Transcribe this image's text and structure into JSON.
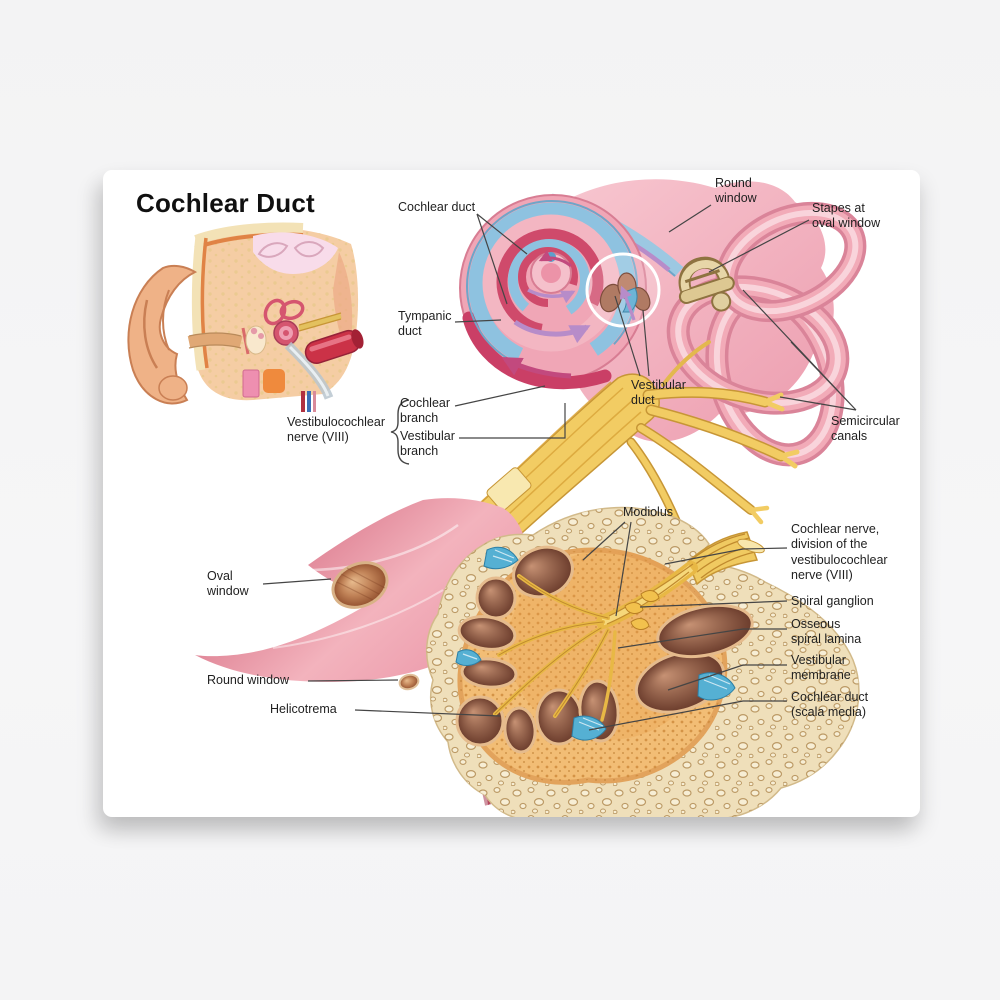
{
  "poster": {
    "title": "Cochlear Duct"
  },
  "top_diagram": {
    "labels": {
      "cochlear_duct": "Cochlear duct",
      "round_window": "Round\nwindow",
      "stapes_at_oval_window": "Stapes at\noval window",
      "tympanic_duct": "Tympanic\nduct",
      "vestibular_duct": "Vestibular\nduct",
      "semicircular_canals": "Semicircular\ncanals",
      "vestibulocochlear_nerve": "Vestibulocochlear\nnerve (VIII)",
      "cochlear_branch": "Cochlear\nbranch",
      "vestibular_branch": "Vestibular\nbranch"
    }
  },
  "bottom_diagram": {
    "labels": {
      "modiolus": "Modiolus",
      "cochlear_nerve_division": "Cochlear nerve,\ndivision of the\nvestibulocochlear\nnerve (VIII)",
      "spiral_ganglion": "Spiral ganglion",
      "osseous_spiral_lamina": "Osseous\nspiral lamina",
      "vestibular_membrane": "Vestibular\nmembrane",
      "cochlear_duct_scala_media": "Cochlear duct\n(scala media)",
      "oval_window": "Oval\nwindow",
      "round_window": "Round window",
      "helicotrema": "Helicotrema"
    }
  },
  "colors": {
    "background": "#f5f5f6",
    "canvas": "#ffffff",
    "text": "#1f1f1f",
    "leader_line": "#454545",
    "pink_light": "#f5bac3",
    "pink_mid": "#ee9fb0",
    "pink_dark": "#cf4a6b",
    "blue_duct": "#8ec2e0",
    "nerve_yellow": "#f0ca61",
    "nerve_outline": "#c79636",
    "bone": "#efdfba",
    "core_orange": "#f2bd75",
    "chamber_brown": "#6b3c2c",
    "teal_duct": "#55b0d3",
    "stapes_beige": "#e7d6a8",
    "arrow_lavender": "#b78cc9",
    "arrow_magenta": "#c2497e"
  }
}
